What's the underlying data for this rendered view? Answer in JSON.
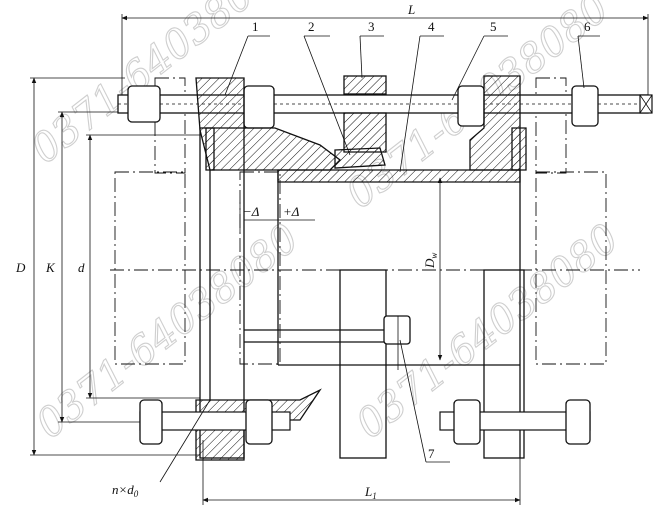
{
  "figure": {
    "dimensions": {
      "overall_length": "L",
      "inner_length": "L",
      "inner_length_sub": "1",
      "outer_diameter": "D",
      "bolt_circle": "K",
      "inner_diameter": "d",
      "pipe_outer_diameter": "D",
      "pipe_outer_diameter_sub": "w",
      "minus_delta": "−Δ",
      "plus_delta": "+Δ",
      "bolt_holes": "n×d",
      "bolt_holes_sub": "0"
    },
    "part_numbers": [
      "1",
      "2",
      "3",
      "4",
      "5",
      "6",
      "7"
    ],
    "watermark": "0371-64038080"
  }
}
